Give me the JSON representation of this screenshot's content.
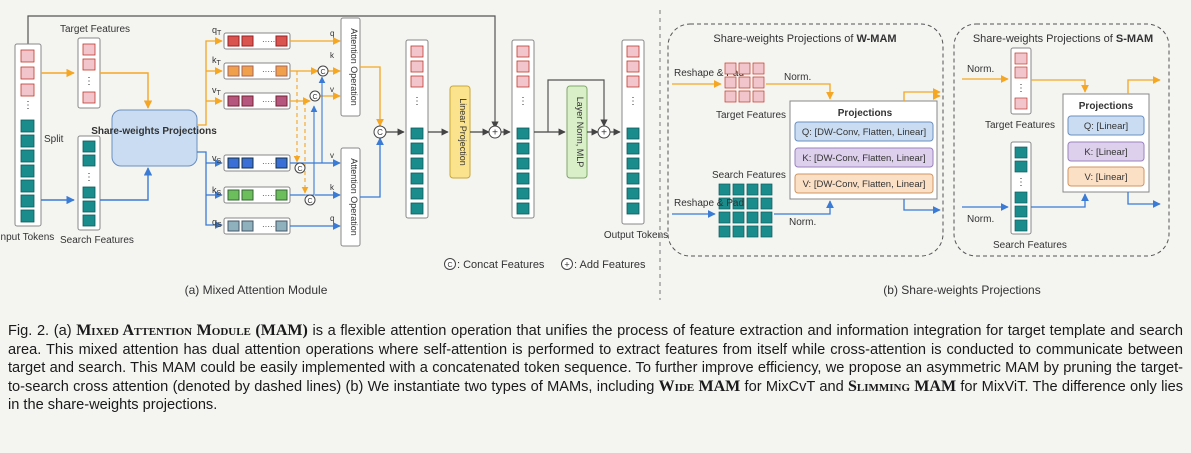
{
  "figure": {
    "left": {
      "input_tokens": "Input Tokens",
      "target_features": "Target Features",
      "search_features": "Search Features",
      "split": "Split",
      "share_weights_projections": "Share-weights Projections",
      "q_t": "q",
      "k_t": "k",
      "v_t": "v",
      "v_s": "v",
      "k_s": "k",
      "q_s": "q",
      "sub_t": "T",
      "sub_s": "S",
      "q_label": "q",
      "k_label": "k",
      "v_label": "v",
      "attention_operation": "Attention Operation",
      "linear_projection": "Linear Projection",
      "layer_norm_mlp": "Layer Norm, MLP",
      "output_tokens": "Output Tokens",
      "concat_symbol": "C",
      "add_symbol": "+",
      "concat_legend": ": Concat Features",
      "add_legend": ": Add Features",
      "caption": "(a) Mixed Attention Module"
    },
    "right": {
      "w_title_prefix": "Share-weights Projections of ",
      "w_title_bold": "W-MAM",
      "s_title_prefix": "Share-weights Projections of ",
      "s_title_bold": "S-MAM",
      "reshape_pad": "Reshape & Pad",
      "norm": "Norm.",
      "target_features": "Target Features",
      "search_features": "Search Features",
      "projections": "Projections",
      "w_q": "Q: [DW-Conv, Flatten, Linear]",
      "w_k": "K: [DW-Conv, Flatten, Linear]",
      "w_v": "V: [DW-Conv, Flatten, Linear]",
      "s_q": "Q: [Linear]",
      "s_k": "K: [Linear]",
      "s_v": "V: [Linear]",
      "caption": "(b) Share-weights Projections"
    },
    "colors": {
      "orange": "#f5a623",
      "blue": "#3a7bd5",
      "teal": "#1a8c8c",
      "pink": "#f2c4cc",
      "red": "#d9534f",
      "q_blue": "#c9dcf2",
      "k_purple": "#ddd0ec",
      "v_orange": "#fbe0c6",
      "linear_proj": "#fbe38e",
      "layer_norm": "#d9efc8"
    }
  },
  "caption": {
    "p1": "Fig. 2. (a) ",
    "mam_name": "Mixed Attention Module (MAM)",
    "p2": " is a flexible attention operation that unifies the process of feature extraction and information integration for target template and search area. This mixed attention has dual attention operations where self-attention is performed to extract features from itself while cross-attention is conducted to communicate between target and search. This MAM could be easily implemented with a concatenated token sequence. To further improve efficiency, we propose an asymmetric MAM by pruning the target-to-search cross attention (denoted by dashed lines) (b) We instantiate two types of MAMs, including ",
    "wide": "Wide MAM",
    "p3": " for MixCvT and ",
    "slim": "Slimming MAM",
    "p4": " for MixViT. The difference only lies in the share-weights projections."
  }
}
